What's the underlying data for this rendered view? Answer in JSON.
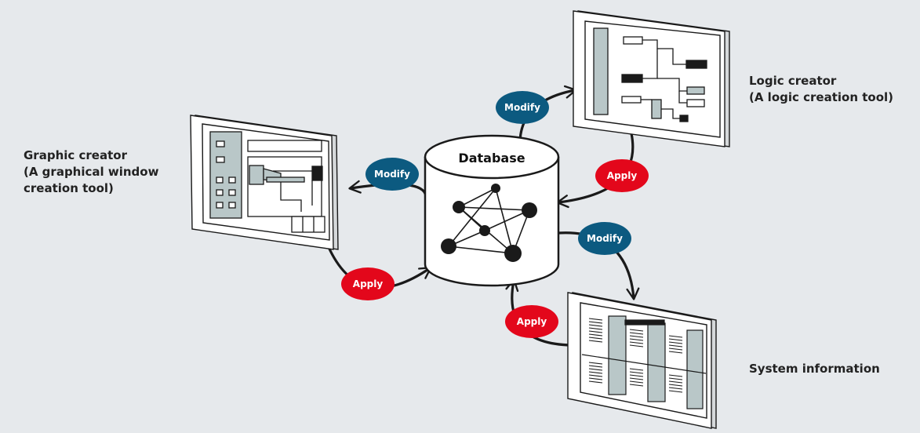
{
  "diagram": {
    "center": {
      "label": "Database"
    },
    "tools": {
      "graphic": {
        "name": "Graphic creator",
        "desc_line1": "(A graphical window",
        "desc_line2": "creation tool)"
      },
      "logic": {
        "name": "Logic creator",
        "desc": "(A logic creation tool)"
      },
      "system": {
        "name": "System information"
      }
    },
    "actions": {
      "modify": "Modify",
      "apply": "Apply"
    },
    "colors": {
      "background": "#e6e9ec",
      "modify": "#0c5a80",
      "apply": "#e3071b",
      "screen_fill": "#b9c7c8",
      "frame": "#d5d8da",
      "ink": "#1a1a1a"
    }
  }
}
